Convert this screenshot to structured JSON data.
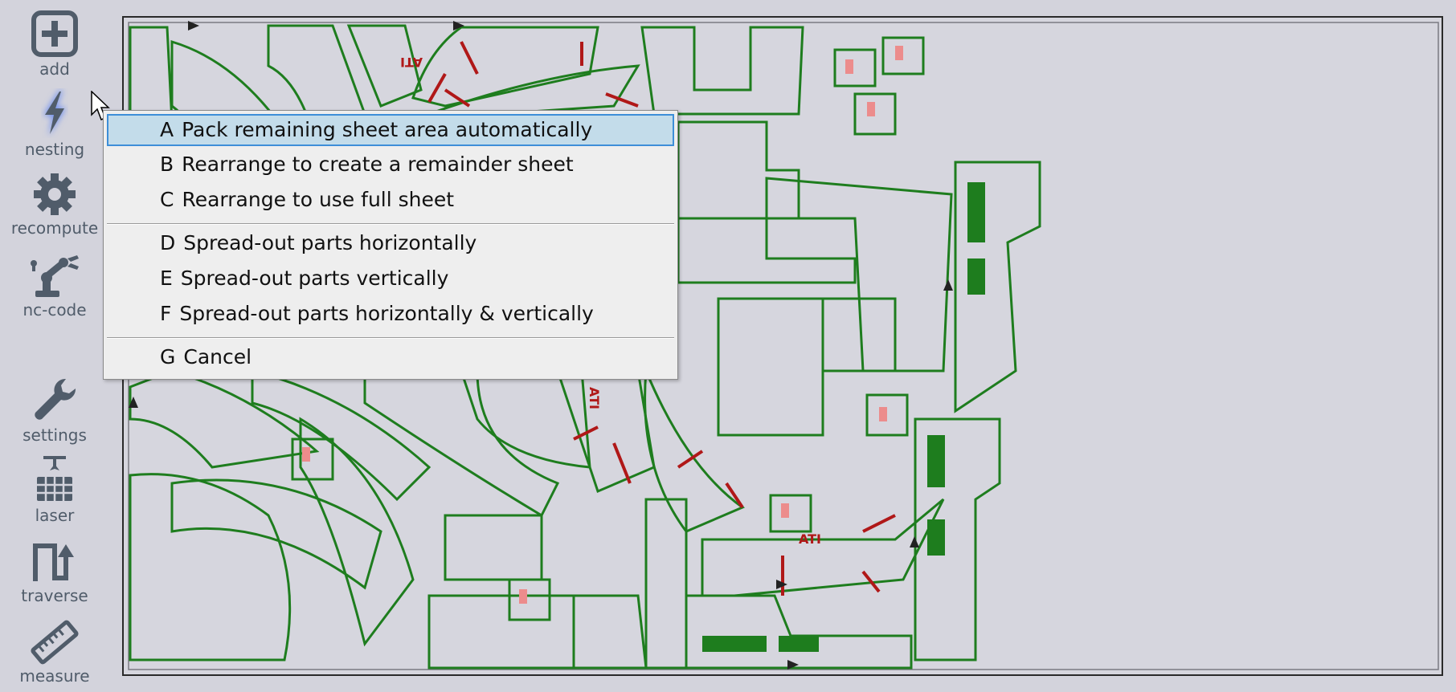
{
  "toolbar": {
    "items": [
      {
        "label": "add",
        "icon": "add-icon"
      },
      {
        "label": "nesting",
        "icon": "lightning-icon"
      },
      {
        "label": "recompute",
        "icon": "gear-icon"
      },
      {
        "label": "nc-code",
        "icon": "robot-arm-icon"
      },
      {
        "label": "settings",
        "icon": "wrench-icon"
      },
      {
        "label": "laser",
        "icon": "laser-icon"
      },
      {
        "label": "traverse",
        "icon": "traverse-icon"
      },
      {
        "label": "measure",
        "icon": "ruler-icon"
      }
    ],
    "active": "nesting"
  },
  "menu": {
    "items": [
      {
        "key": "A",
        "label": "Pack remaining sheet area automatically"
      },
      {
        "key": "B",
        "label": "Rearrange to create a remainder sheet"
      },
      {
        "key": "C",
        "label": "Rearrange to use full sheet"
      },
      {
        "key": "D",
        "label": "Spread-out parts horizontally"
      },
      {
        "key": "E",
        "label": "Spread-out parts vertically"
      },
      {
        "key": "F",
        "label": "Spread-out parts horizontally & vertically"
      },
      {
        "key": "G",
        "label": "Cancel"
      }
    ],
    "highlighted": "A"
  },
  "sheet": {
    "part_labels": [
      "ATI",
      "ATI",
      "ATI"
    ]
  },
  "colors": {
    "part_outline": "#1e7d1e",
    "slot_red": "#b01818",
    "pad_pink": "#ec8c8c",
    "highlight": "#c3dcea",
    "highlight_border": "#3d8ed8",
    "toolbar_icon": "#505c6a"
  }
}
